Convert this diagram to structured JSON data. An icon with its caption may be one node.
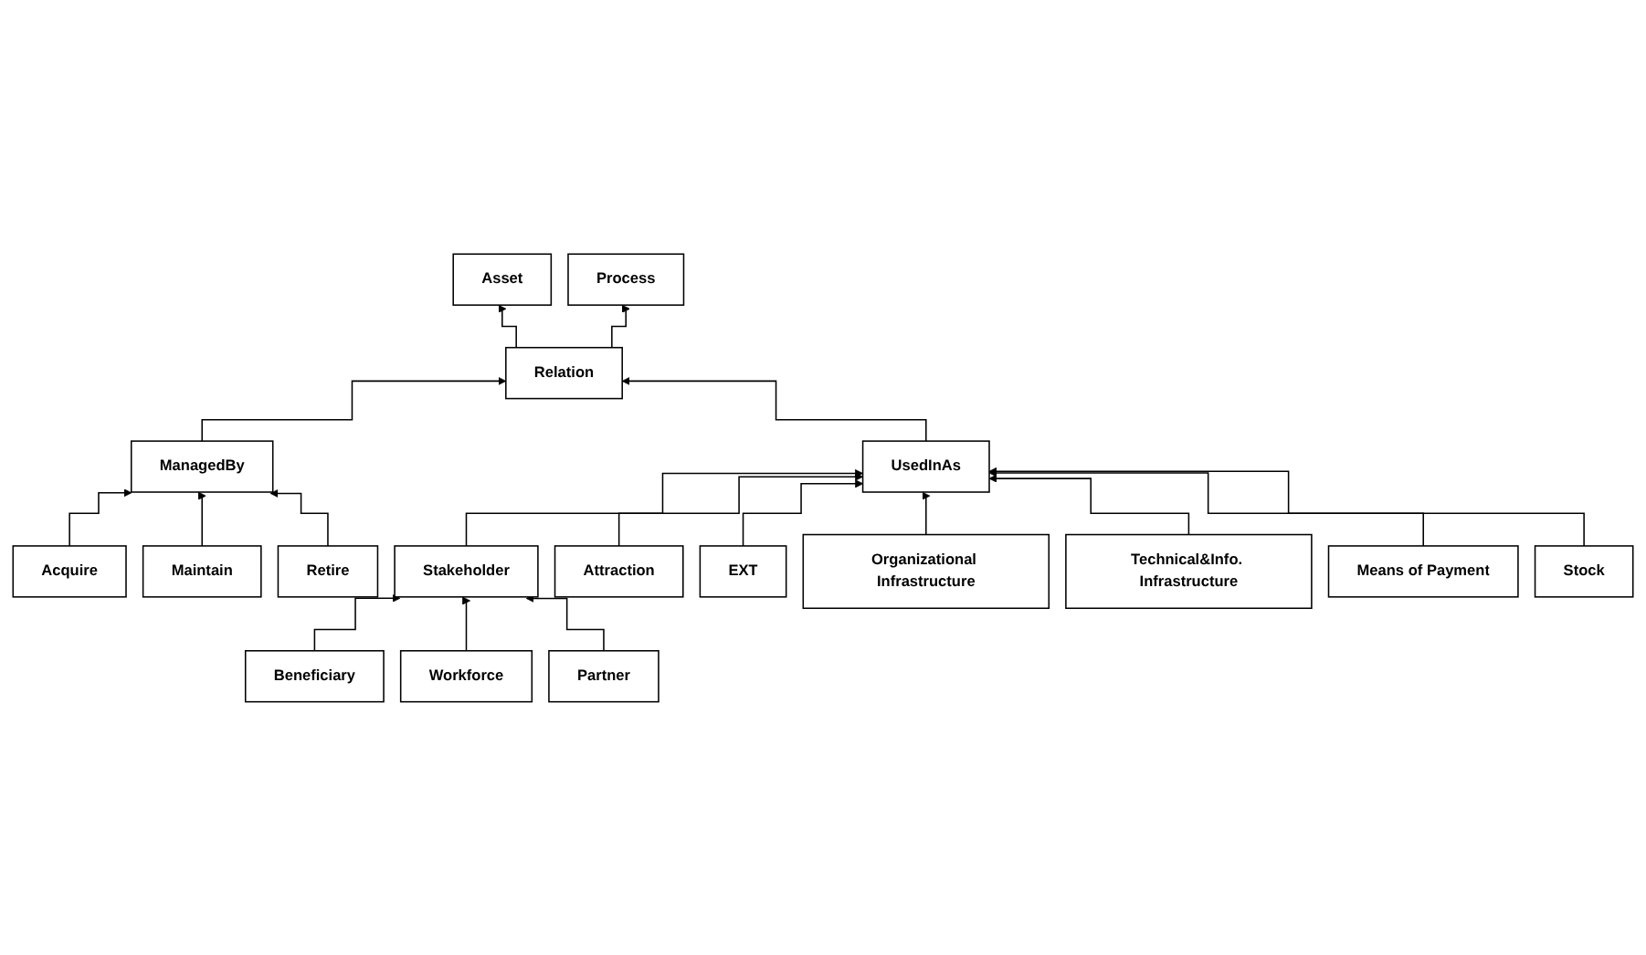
{
  "diagram": {
    "nodes": [
      {
        "text": [
          "Asset"
        ]
      },
      {
        "text": [
          "Relation"
        ]
      },
      {
        "text": [
          "Process"
        ]
      },
      {
        "text": [
          "ManagedBy"
        ]
      },
      {
        "text": [
          "UsedInAs"
        ]
      },
      {
        "text": [
          "Acquire"
        ]
      },
      {
        "text": [
          "Maintain"
        ]
      },
      {
        "text": [
          "Retire"
        ]
      },
      {
        "text": [
          "Stakeholder"
        ]
      },
      {
        "text": [
          "EXT"
        ]
      },
      {
        "text": [
          "Technical&Info. Infrastructure"
        ]
      },
      {
        "text": [
          "Stock"
        ]
      },
      {
        "text": [
          "Beneficiary"
        ]
      },
      {
        "text": [
          "Workforce"
        ]
      },
      {
        "text": [
          "Partner"
        ]
      },
      {
        "text": [
          "Attraction"
        ]
      },
      {
        "text": [
          "Organizational Infrastructure"
        ]
      },
      {
        "text": [
          "Means of Payment"
        ]
      }
    ],
    "edges": [
      {
        "from": 1,
        "to": 0,
        "arrow": "to"
      },
      {
        "from": 1,
        "to": 2,
        "arrow": "to"
      },
      {
        "from": 3,
        "to": 1,
        "arrow": "to"
      },
      {
        "from": 4,
        "to": 1,
        "arrow": "to"
      },
      {
        "from": 5,
        "to": 3,
        "arrow": "to"
      },
      {
        "from": 6,
        "to": 3,
        "arrow": "to"
      },
      {
        "from": 7,
        "to": 3,
        "arrow": "to"
      },
      {
        "from": 8,
        "to": 4,
        "arrow": "to"
      },
      {
        "from": 15,
        "to": 4,
        "arrow": "to"
      },
      {
        "from": 9,
        "to": 4,
        "arrow": "to"
      },
      {
        "from": 16,
        "to": 4,
        "arrow": "to"
      },
      {
        "from": 10,
        "to": 4,
        "arrow": "to"
      },
      {
        "from": 17,
        "to": 4,
        "arrow": "to"
      },
      {
        "from": 11,
        "to": 4,
        "arrow": "to"
      },
      {
        "from": 12,
        "to": 8,
        "arrow": "to"
      },
      {
        "from": 13,
        "to": 8,
        "arrow": "to"
      },
      {
        "from": 14,
        "to": 8,
        "arrow": "to"
      }
    ]
  }
}
